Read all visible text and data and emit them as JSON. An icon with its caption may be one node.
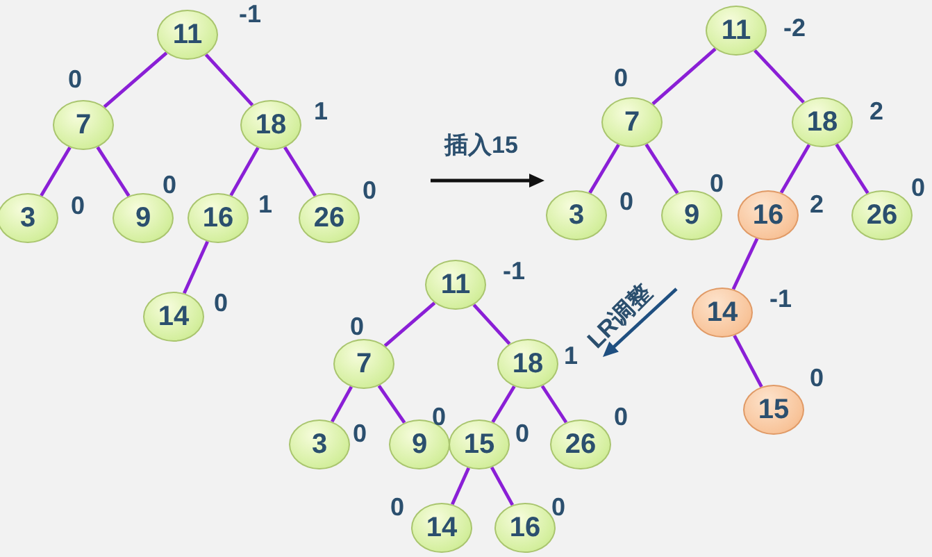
{
  "diagram": {
    "nodes": [
      {
        "text": [
          "11"
        ],
        "beside": [
          "-1"
        ]
      },
      {
        "text": [
          "7"
        ],
        "beside": [
          "0"
        ]
      },
      {
        "text": [
          "18"
        ],
        "beside": [
          "1"
        ]
      },
      {
        "text": [
          "3"
        ],
        "beside": [
          "0"
        ]
      },
      {
        "text": [
          "9"
        ],
        "beside": [
          "0"
        ]
      },
      {
        "text": [
          "16"
        ],
        "beside": [
          "1"
        ]
      },
      {
        "text": [
          "26"
        ],
        "beside": [
          "0"
        ]
      },
      {
        "text": [
          "14"
        ],
        "beside": [
          "0"
        ]
      },
      {
        "text": [
          "11"
        ],
        "beside": [
          "-2"
        ]
      },
      {
        "text": [
          "7"
        ],
        "beside": [
          "0"
        ]
      },
      {
        "text": [
          "18"
        ],
        "beside": [
          "2"
        ]
      },
      {
        "text": [
          "3"
        ],
        "beside": [
          "0"
        ]
      },
      {
        "text": [
          "9"
        ],
        "beside": [
          "0"
        ]
      },
      {
        "text": [
          "16"
        ],
        "beside": [
          "2"
        ]
      },
      {
        "text": [
          "26"
        ],
        "beside": [
          "0"
        ]
      },
      {
        "text": [
          "14"
        ],
        "beside": [
          "-1"
        ]
      },
      {
        "text": [
          "15"
        ],
        "beside": [
          "0"
        ]
      },
      {
        "text": [
          "11"
        ],
        "beside": [
          "-1"
        ]
      },
      {
        "text": [
          "7"
        ],
        "beside": [
          "0"
        ]
      },
      {
        "text": [
          "18"
        ],
        "beside": [
          "1"
        ]
      },
      {
        "text": [
          "3"
        ],
        "beside": [
          "0"
        ]
      },
      {
        "text": [
          "9"
        ],
        "beside": [
          "0"
        ]
      },
      {
        "text": [
          "15"
        ],
        "beside": [
          "0"
        ]
      },
      {
        "text": [
          "26"
        ],
        "beside": [
          "0"
        ]
      },
      {
        "text": [
          "14"
        ],
        "beside": [
          "0"
        ]
      },
      {
        "text": [
          "16"
        ],
        "beside": [
          "0"
        ]
      }
    ],
    "edges": [
      {
        "from": 0,
        "to": 1,
        "arrow": "none"
      },
      {
        "from": 0,
        "to": 2,
        "arrow": "none"
      },
      {
        "from": 1,
        "to": 3,
        "arrow": "none"
      },
      {
        "from": 1,
        "to": 4,
        "arrow": "none"
      },
      {
        "from": 2,
        "to": 5,
        "arrow": "none"
      },
      {
        "from": 2,
        "to": 6,
        "arrow": "none"
      },
      {
        "from": 5,
        "to": 7,
        "arrow": "none"
      },
      {
        "from": 8,
        "to": 9,
        "arrow": "none"
      },
      {
        "from": 8,
        "to": 10,
        "arrow": "none"
      },
      {
        "from": 9,
        "to": 11,
        "arrow": "none"
      },
      {
        "from": 9,
        "to": 12,
        "arrow": "none"
      },
      {
        "from": 10,
        "to": 13,
        "arrow": "none"
      },
      {
        "from": 10,
        "to": 14,
        "arrow": "none"
      },
      {
        "from": 13,
        "to": 15,
        "arrow": "none"
      },
      {
        "from": 15,
        "to": 16,
        "arrow": "none"
      },
      {
        "from": 17,
        "to": 18,
        "arrow": "none"
      },
      {
        "from": 17,
        "to": 19,
        "arrow": "none"
      },
      {
        "from": 18,
        "to": 20,
        "arrow": "none"
      },
      {
        "from": 18,
        "to": 21,
        "arrow": "none"
      },
      {
        "from": 19,
        "to": 22,
        "arrow": "none"
      },
      {
        "from": 19,
        "to": 23,
        "arrow": "none"
      },
      {
        "from": 22,
        "to": 24,
        "arrow": "none"
      },
      {
        "from": 22,
        "to": 25,
        "arrow": "none"
      }
    ],
    "labels": [
      "插入15",
      "LR调整"
    ]
  }
}
